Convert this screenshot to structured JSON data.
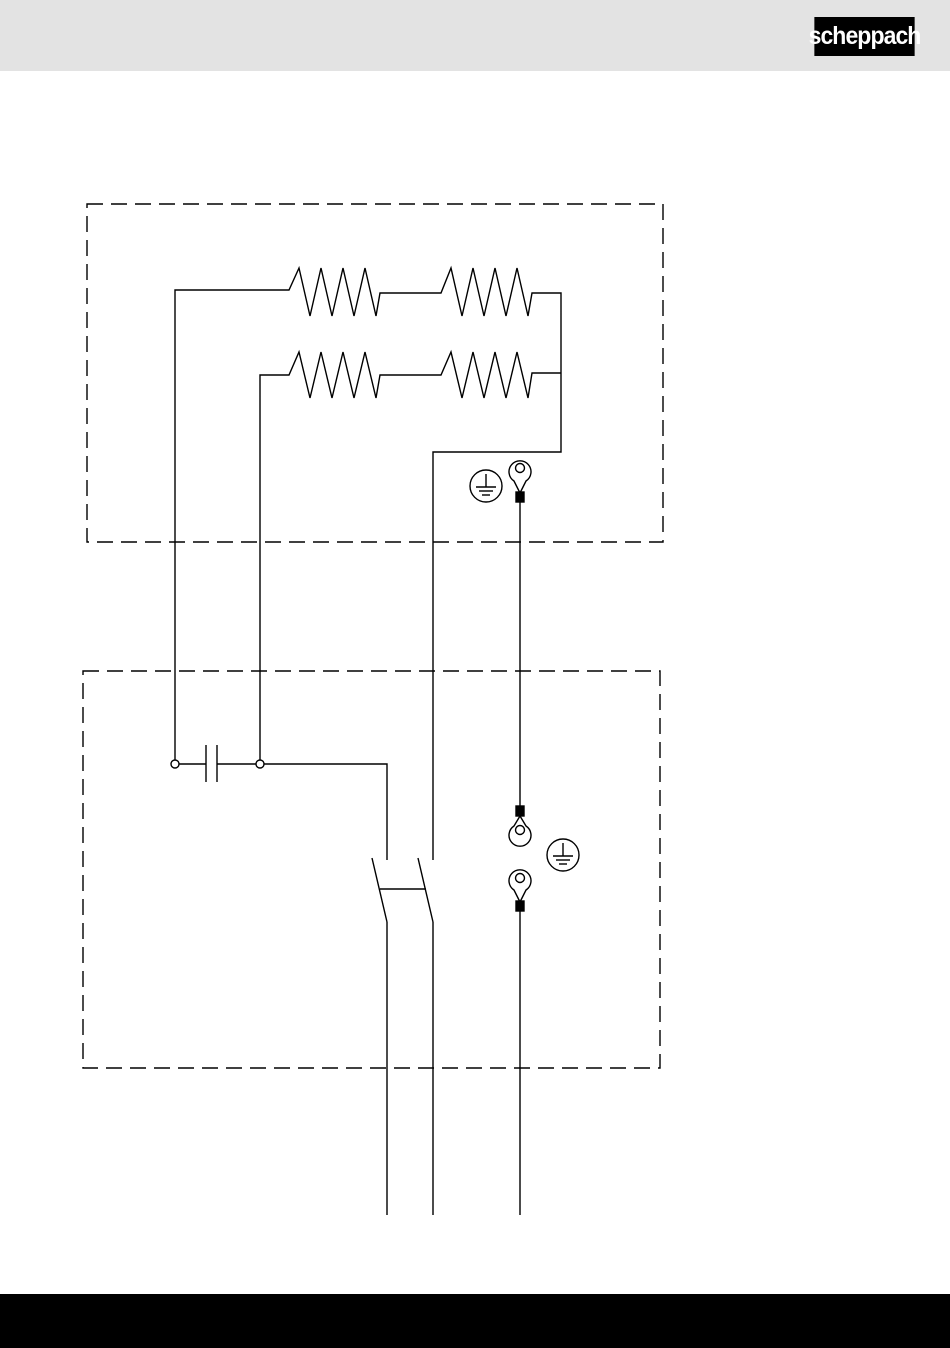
{
  "header": {
    "background": "#e3e3e3",
    "logo_text": "scheppach"
  },
  "diagram": {
    "line_color": "#000000",
    "background": "#ffffff",
    "blocks": [
      "motor-housing",
      "switch-box"
    ],
    "components": [
      "motor-winding-1a",
      "motor-winding-1b",
      "motor-winding-2a",
      "motor-winding-2b",
      "capacitor",
      "double-pole-switch",
      "earth-ring-terminal",
      "earth-symbol"
    ]
  },
  "footer": {
    "background": "#000000"
  }
}
